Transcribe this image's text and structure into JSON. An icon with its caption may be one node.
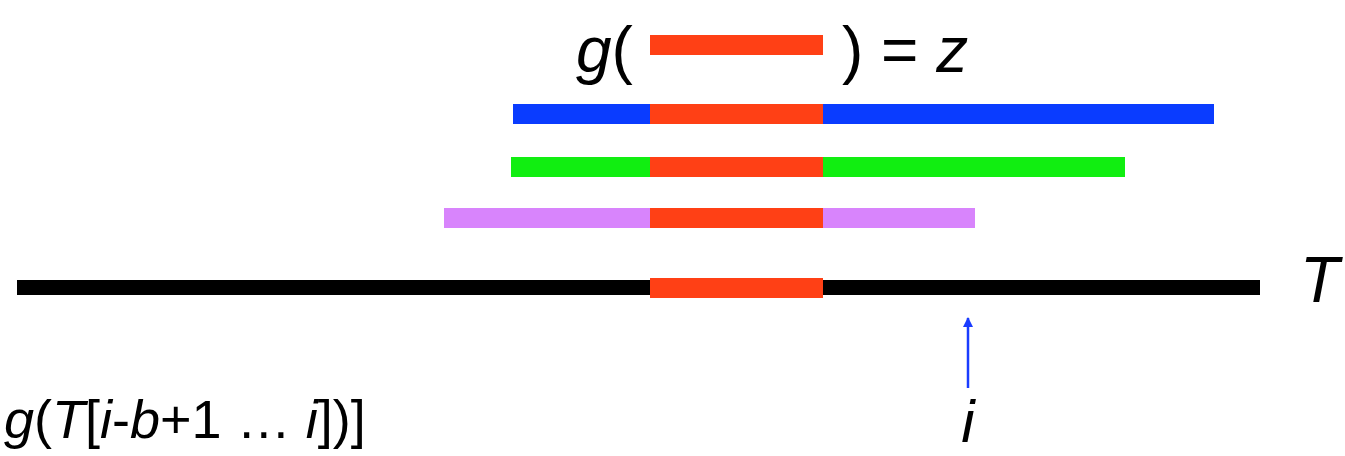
{
  "diagram": {
    "nodes": [
      {
        "text": [],
        "shape": "bar",
        "beside": [
          "T"
        ]
      },
      {
        "text": [
          "i"
        ]
      }
    ],
    "edges": [
      {
        "from": 1,
        "to": 0,
        "arrow": "to",
        "color": "#1a3cff"
      }
    ],
    "labels": [
      "*g*(",
      ") = *z*",
      "*g*(*T*[*i*-*b*+1 … *i*])]"
    ]
  }
}
